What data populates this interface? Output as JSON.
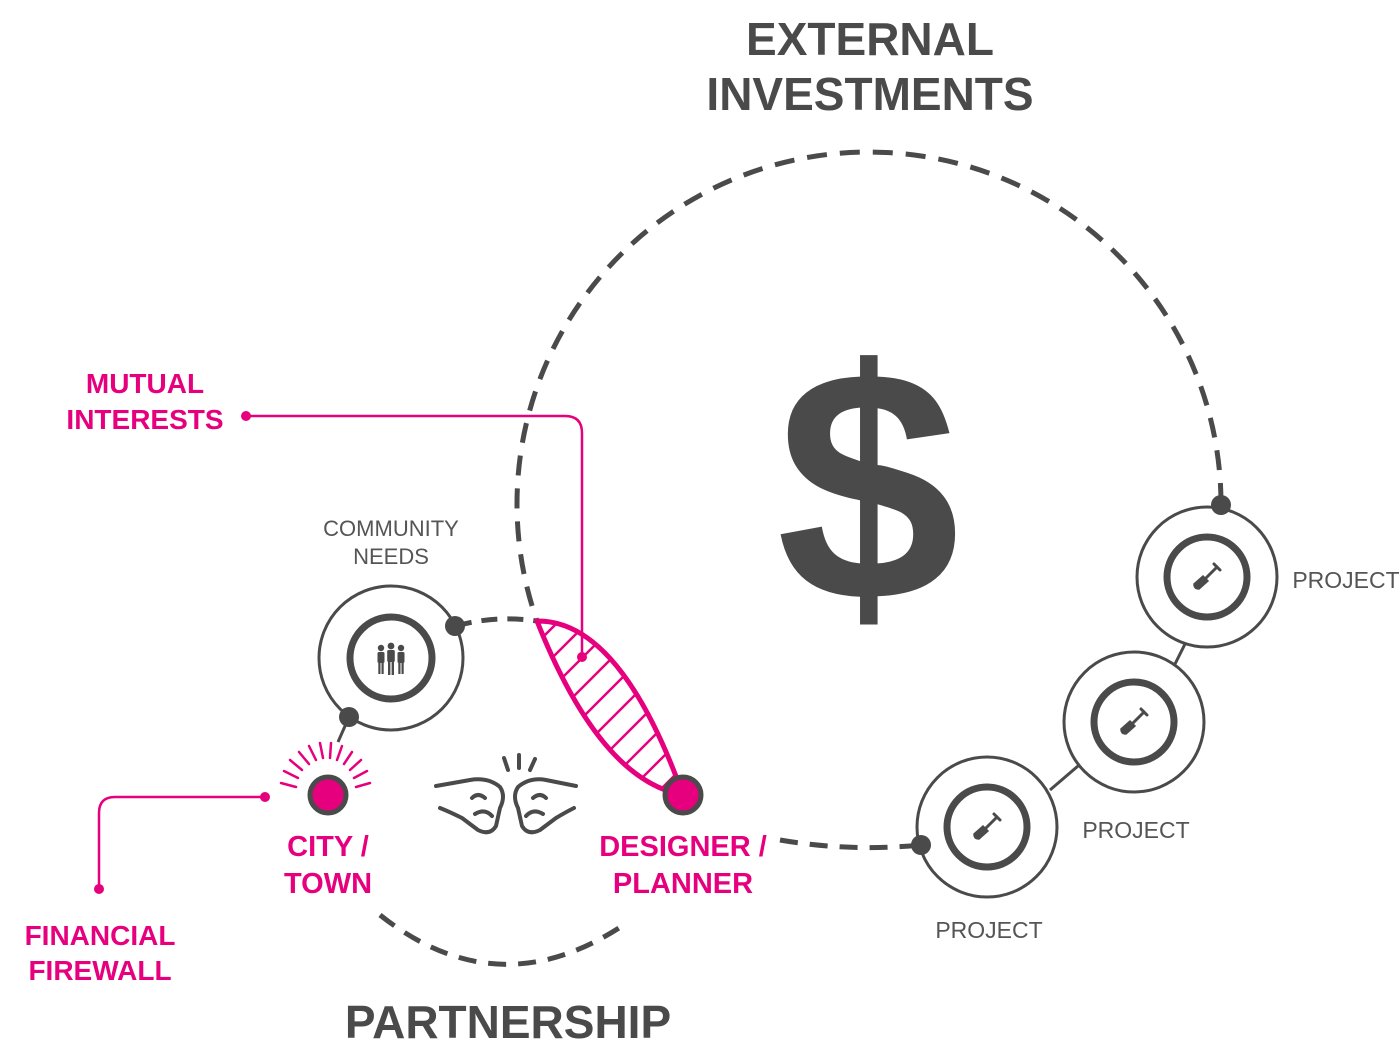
{
  "titles": {
    "external_line1": "EXTERNAL",
    "external_line2": "INVESTMENTS",
    "partnership": "PARTNERSHIP"
  },
  "labels": {
    "mutual_line1": "MUTUAL",
    "mutual_line2": "INTERESTS",
    "financial_line1": "FINANCIAL",
    "financial_line2": "FIREWALL",
    "community_line1": "COMMUNITY",
    "community_line2": "NEEDS",
    "city_line1": "CITY /",
    "city_line2": "TOWN",
    "designer_line1": "DESIGNER /",
    "designer_line2": "PLANNER",
    "project_1": "PROJECT",
    "project_2": "PROJECT",
    "project_3": "PROJECT"
  },
  "symbol": "$",
  "icons": {
    "community": "people-icon",
    "partnership": "fist-bump-icon",
    "project": "shovel-icon"
  },
  "colors": {
    "dark": "#4a4a4a",
    "accent": "#e6007e"
  }
}
